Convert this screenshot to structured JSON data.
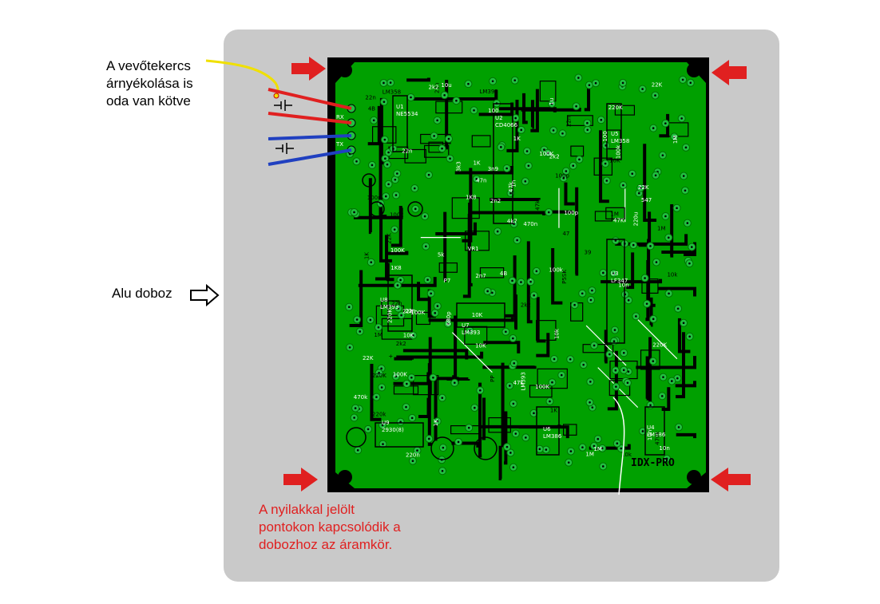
{
  "notes": {
    "shield": [
      "A vevőtekercs",
      "árnyékolása is",
      "oda van kötve"
    ],
    "box": "Alu doboz",
    "arrows": [
      "A nyilakkal jelölt",
      "pontokon kapcsolódik a",
      "dobozhoz az áramkör."
    ]
  },
  "colors": {
    "box": "#c9c9c9",
    "pcb": "#00a000",
    "pad": "#20c040",
    "trace": "#000000",
    "arrow": "#e02020",
    "rx_wire": "#e02020",
    "tx_wire": "#2040c0",
    "shield_wire": "#f0e000"
  },
  "pcb": {
    "brand": "IDX-PRO",
    "connector_labels": [
      "RX",
      "TX"
    ],
    "ic_labels": [
      {
        "ref": "U1",
        "part": "NE5534"
      },
      {
        "ref": "U2",
        "part": "CD4066"
      },
      {
        "ref": "U5",
        "part": "LM358"
      },
      {
        "ref": "U3",
        "part": "LF347"
      },
      {
        "ref": "U8",
        "part": "LM393"
      },
      {
        "ref": "U7",
        "part": "LM393"
      },
      {
        "ref": "U9",
        "part": "2930(8)"
      },
      {
        "ref": "U6",
        "part": "LM386"
      },
      {
        "ref": "U4",
        "part": "LM386"
      }
    ],
    "component_labels": [
      "22n",
      "1K",
      "680p",
      "100k",
      "220k",
      "100K",
      "22n",
      "470k",
      "220K",
      "100k",
      "22n",
      "470k",
      "220K",
      "22K",
      "1n",
      "39",
      "1K8",
      "1M",
      "22n",
      "10k",
      "10K",
      "100K",
      "PP",
      "LM358",
      "1M",
      "2n2",
      "547",
      "2n7",
      "1K",
      "3n9",
      "1K8",
      "100p",
      "VR1",
      "10k",
      "220n",
      "10K",
      "10K",
      "100K",
      "22K",
      "10K",
      "4k7",
      "P7",
      "47n",
      "47k",
      "2k2",
      "100k",
      "470n",
      "47k",
      "22n",
      "1M",
      "22K",
      "2k2",
      "100p",
      "3k3",
      "1M",
      "22K",
      "LM393",
      "220K",
      "100K",
      "2k2",
      "47k",
      "LM393",
      "10n",
      "1K",
      "4B",
      "2k2",
      "1M",
      "22K",
      "220K",
      "4B",
      "47K",
      "10k",
      "10n",
      "100",
      "1K",
      "+",
      "-",
      "P5SK",
      "10u",
      "220u",
      "100",
      "1K",
      "100n",
      "47",
      "100K",
      "1M",
      "10n",
      "22n",
      "1u",
      "5k"
    ]
  }
}
